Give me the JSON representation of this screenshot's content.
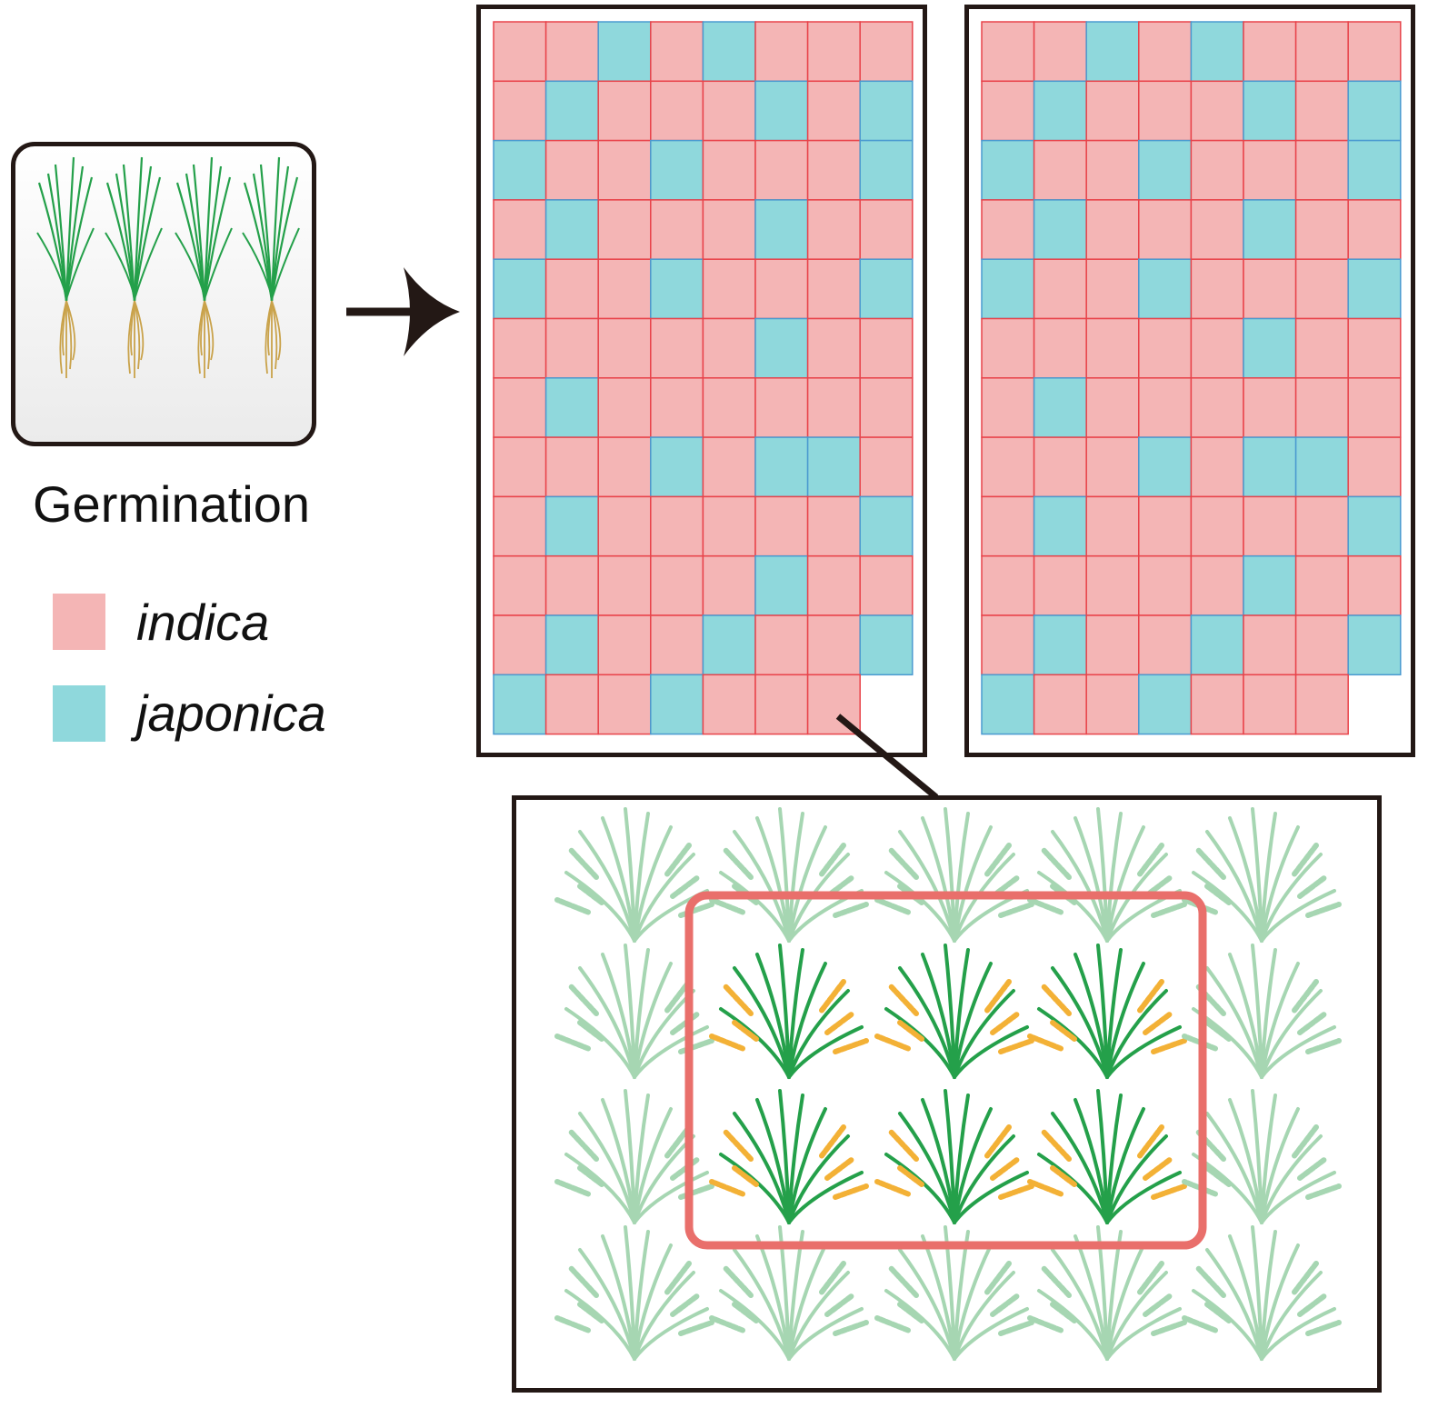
{
  "germination": {
    "label": "Germination"
  },
  "legend": [
    {
      "label": "indica",
      "color": "#f4b5b5",
      "stroke": "#e8434a"
    },
    {
      "label": "japonica",
      "color": "#8fd8dc",
      "stroke": "#4a9ad0"
    }
  ],
  "colors": {
    "frame": "#231815",
    "highlight": "#e96f6b",
    "leaf_dark": "#24a04a",
    "leaf_light": "#a6d6b2",
    "panicle": "#f3b136",
    "root": "#c9a24a"
  },
  "plots": [
    {
      "name": "plot-a",
      "grid": [
        "iijijiii",
        "ijiiijij",
        "jiijiiij",
        "ijiiijii",
        "jiijiiij",
        "iiiiijii",
        "ijiiiiii",
        "iiijijji",
        "ijiiiiij",
        "iiiiijii",
        "ijiijiij",
        "jiijiii-"
      ]
    },
    {
      "name": "plot-b",
      "grid": [
        "iijijiii",
        "ijiiijij",
        "jiijiiij",
        "ijiiijii",
        "jiijiiij",
        "iiiiijii",
        "ijiiiiii",
        "iiijijji",
        "ijiiiiij",
        "iiiiijii",
        "ijiijiij",
        "jiijiii-"
      ]
    }
  ],
  "detail": {
    "rows": 4,
    "cols": 5,
    "highlight_rows": [
      1,
      2
    ],
    "highlight_cols": [
      1,
      2,
      3
    ]
  }
}
